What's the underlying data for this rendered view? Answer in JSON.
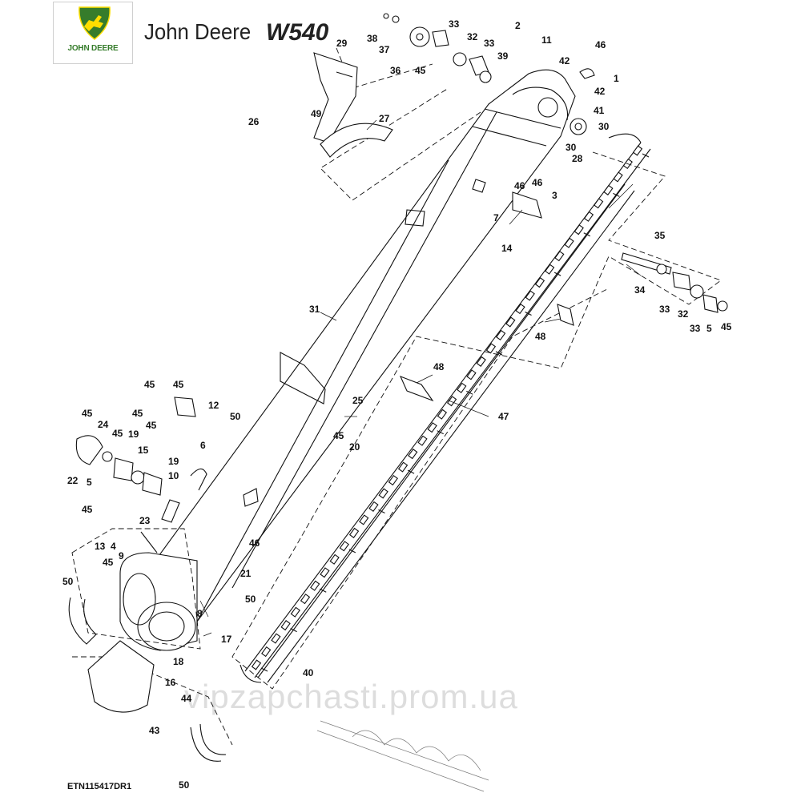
{
  "header": {
    "logo_text": "JOHN DEERE",
    "brand": "John Deere",
    "model": "W540"
  },
  "watermark": "vipzapchasti.prom.ua",
  "drawing_code": "ETN115417DR1",
  "colors": {
    "brand_green": "#367c2b",
    "brand_yellow": "#ffde00",
    "line": "#111111"
  },
  "callouts": [
    {
      "id": "c-38",
      "label": "38"
    },
    {
      "id": "c-37",
      "label": "37"
    },
    {
      "id": "c-36",
      "label": "36"
    },
    {
      "id": "c-33a",
      "label": "33"
    },
    {
      "id": "c-32a",
      "label": "32"
    },
    {
      "id": "c-33b",
      "label": "33"
    },
    {
      "id": "c-45a",
      "label": "45"
    },
    {
      "id": "c-39",
      "label": "39"
    },
    {
      "id": "c-2",
      "label": "2"
    },
    {
      "id": "c-11",
      "label": "11"
    },
    {
      "id": "c-46a",
      "label": "46"
    },
    {
      "id": "c-42a",
      "label": "42"
    },
    {
      "id": "c-1",
      "label": "1"
    },
    {
      "id": "c-42b",
      "label": "42"
    },
    {
      "id": "c-41",
      "label": "41"
    },
    {
      "id": "c-30a",
      "label": "30"
    },
    {
      "id": "c-30b",
      "label": "30"
    },
    {
      "id": "c-29",
      "label": "29"
    },
    {
      "id": "c-26",
      "label": "26"
    },
    {
      "id": "c-49",
      "label": "49"
    },
    {
      "id": "c-27",
      "label": "27"
    },
    {
      "id": "c-28",
      "label": "28"
    },
    {
      "id": "c-46b",
      "label": "46"
    },
    {
      "id": "c-46c",
      "label": "46"
    },
    {
      "id": "c-3",
      "label": "3"
    },
    {
      "id": "c-7",
      "label": "7"
    },
    {
      "id": "c-14",
      "label": "14"
    },
    {
      "id": "c-35",
      "label": "35"
    },
    {
      "id": "c-34",
      "label": "34"
    },
    {
      "id": "c-33c",
      "label": "33"
    },
    {
      "id": "c-32b",
      "label": "32"
    },
    {
      "id": "c-33d",
      "label": "33"
    },
    {
      "id": "c-5a",
      "label": "5"
    },
    {
      "id": "c-45b",
      "label": "45"
    },
    {
      "id": "c-48a",
      "label": "48"
    },
    {
      "id": "c-31",
      "label": "31"
    },
    {
      "id": "c-48b",
      "label": "48"
    },
    {
      "id": "c-47",
      "label": "47"
    },
    {
      "id": "c-45c",
      "label": "45"
    },
    {
      "id": "c-45d",
      "label": "45"
    },
    {
      "id": "c-12",
      "label": "12"
    },
    {
      "id": "c-45e",
      "label": "45"
    },
    {
      "id": "c-45f",
      "label": "45"
    },
    {
      "id": "c-25",
      "label": "25"
    },
    {
      "id": "c-45g",
      "label": "45"
    },
    {
      "id": "c-24",
      "label": "24"
    },
    {
      "id": "c-45h",
      "label": "45"
    },
    {
      "id": "c-19a",
      "label": "19"
    },
    {
      "id": "c-50a",
      "label": "50"
    },
    {
      "id": "c-45i",
      "label": "45"
    },
    {
      "id": "c-20",
      "label": "20"
    },
    {
      "id": "c-6",
      "label": "6"
    },
    {
      "id": "c-15",
      "label": "15"
    },
    {
      "id": "c-19b",
      "label": "19"
    },
    {
      "id": "c-22",
      "label": "22"
    },
    {
      "id": "c-5b",
      "label": "5"
    },
    {
      "id": "c-10",
      "label": "10"
    },
    {
      "id": "c-45j",
      "label": "45"
    },
    {
      "id": "c-23",
      "label": "23"
    },
    {
      "id": "c-13",
      "label": "13"
    },
    {
      "id": "c-4",
      "label": "4"
    },
    {
      "id": "c-46d",
      "label": "46"
    },
    {
      "id": "c-45k",
      "label": "45"
    },
    {
      "id": "c-9",
      "label": "9"
    },
    {
      "id": "c-21",
      "label": "21"
    },
    {
      "id": "c-50b",
      "label": "50"
    },
    {
      "id": "c-50c",
      "label": "50"
    },
    {
      "id": "c-8",
      "label": "8"
    },
    {
      "id": "c-17",
      "label": "17"
    },
    {
      "id": "c-18",
      "label": "18"
    },
    {
      "id": "c-40",
      "label": "40"
    },
    {
      "id": "c-16",
      "label": "16"
    },
    {
      "id": "c-44",
      "label": "44"
    },
    {
      "id": "c-43",
      "label": "43"
    },
    {
      "id": "c-50d",
      "label": "50"
    }
  ]
}
